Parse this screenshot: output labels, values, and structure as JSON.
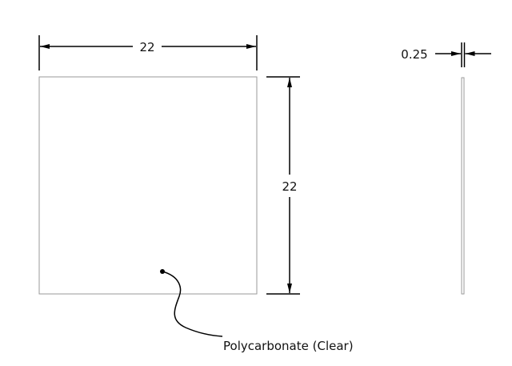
{
  "drawing": {
    "width_dimension": "22",
    "height_dimension": "22",
    "thickness_dimension": "0.25",
    "material_callout": "Polycarbonate (Clear)"
  },
  "colors": {
    "part_outline": "#9a9a9a",
    "dimension_line": "#000000"
  }
}
